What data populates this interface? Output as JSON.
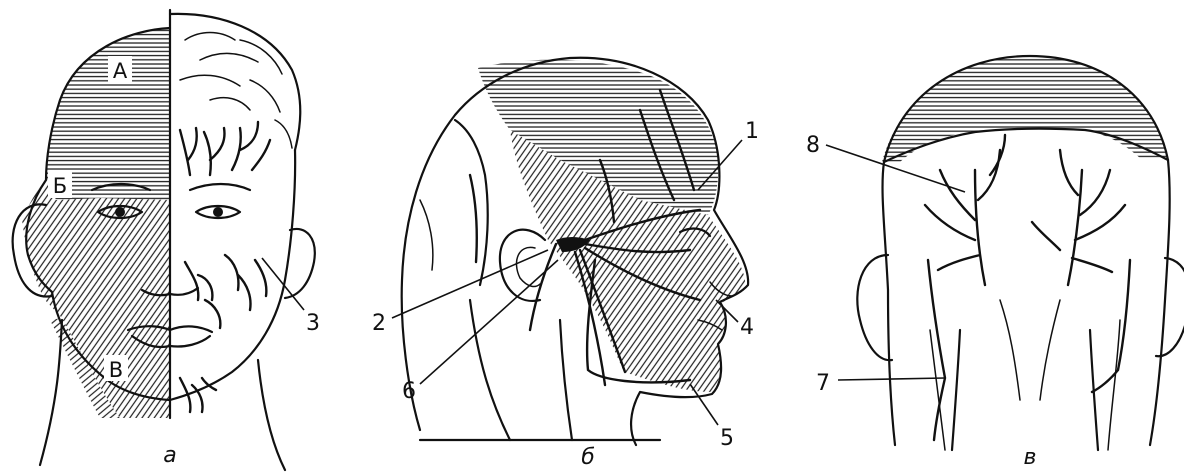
{
  "figure": {
    "panel_a": {
      "caption": "а",
      "zones": [
        "А",
        "Б",
        "В"
      ],
      "markers": [
        "3"
      ]
    },
    "panel_b": {
      "caption": "б",
      "markers": [
        "1",
        "2",
        "4",
        "5",
        "6"
      ]
    },
    "panel_c": {
      "caption": "в",
      "markers": [
        "7",
        "8"
      ]
    }
  }
}
